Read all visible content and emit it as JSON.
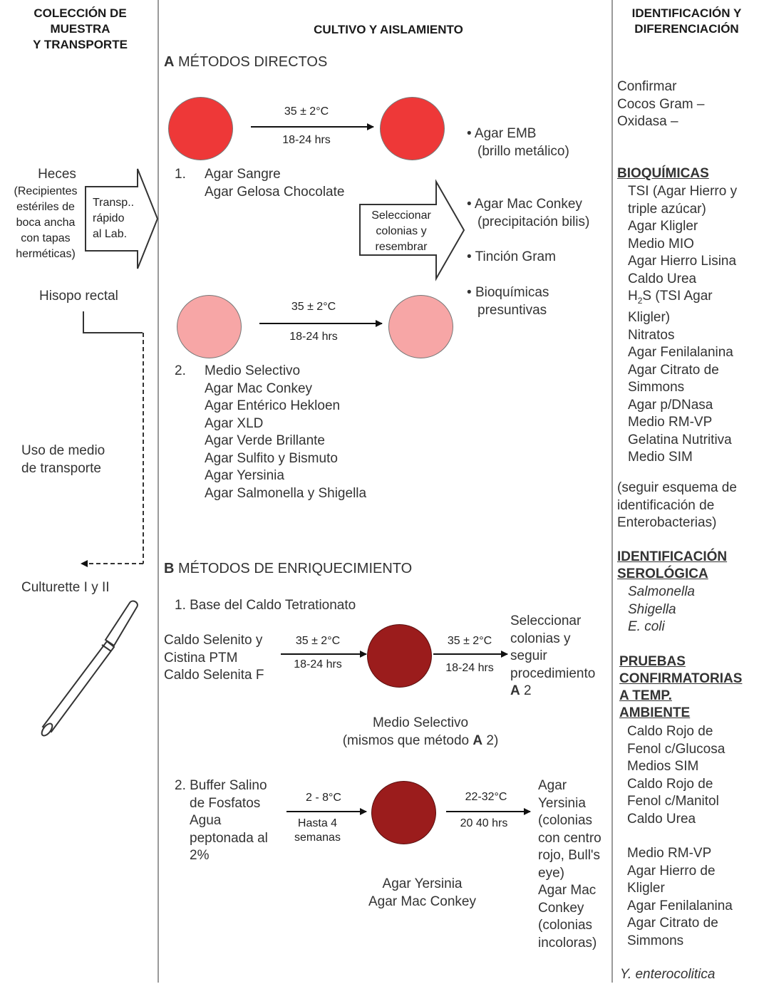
{
  "headers": {
    "col1": [
      "COLECCIÓN DE",
      "MUESTRA",
      "Y TRANSPORTE"
    ],
    "col2": "CULTIVO Y AISLAMIENTO",
    "col3": [
      "IDENTIFICACIÓN Y",
      "DIFERENCIACIÓN"
    ]
  },
  "left": {
    "heces_title": "Heces",
    "heces_detail": [
      "(Recipientes",
      "estériles de",
      "boca ancha",
      "con tapas",
      "herméticas)"
    ],
    "transport_arrow": [
      "Transp..",
      "rápido",
      "al Lab."
    ],
    "hisopo": "Hisopo rectal",
    "medio_transporte": [
      "Uso de medio",
      "de transporte"
    ],
    "culturette": "Culturette I y II"
  },
  "section_a": {
    "letter": "A",
    "title": "MÉTODOS DIRECTOS",
    "arrow1": {
      "top": "35 ± 2°C",
      "bottom": "18-24 hrs"
    },
    "item1_num": "1.",
    "item1_lines": [
      "Agar Sangre",
      "Agar Gelosa Chocolate"
    ],
    "select_arrow": [
      "Seleccionar",
      "colonias y",
      "resembrar"
    ],
    "bullets": [
      [
        "Agar EMB",
        "(brillo metálico)"
      ],
      [
        "Agar Mac Conkey",
        "(precipitación bilis)"
      ],
      [
        "Tinción Gram"
      ],
      [
        "Bioquímicas",
        "presuntivas"
      ]
    ],
    "arrow2": {
      "top": "35 ± 2°C",
      "bottom": "18-24 hrs"
    },
    "item2_num": "2.",
    "item2_lines": [
      "Medio Selectivo",
      "Agar Mac Conkey",
      "Agar Entérico Hekloen",
      "Agar XLD",
      "Agar Verde Brillante",
      "Agar Sulfito y Bismuto",
      "Agar Yersinia",
      "Agar Salmonella y Shigella"
    ]
  },
  "section_b": {
    "letter": "B",
    "title": "MÉTODOS DE ENRIQUECIMIENTO",
    "item1_title": "1. Base del Caldo Tetrationato",
    "item1_left": [
      "Caldo Selenito y",
      "Cistina PTM",
      "Caldo Selenita F"
    ],
    "item1_arrow1": {
      "top": "35 ± 2°C",
      "bottom": "18-24 hrs"
    },
    "item1_arrow2": {
      "top": "35 ± 2°C",
      "bottom": "18-24 hrs"
    },
    "item1_right": [
      "Seleccionar",
      "colonias y",
      "seguir",
      "procedimiento"
    ],
    "item1_right_ref": {
      "letter": "A",
      "num": " 2"
    },
    "item1_under": "Medio Selectivo",
    "item1_under2": {
      "pre": "(mismos que método ",
      "letter": "A",
      "post": " 2)"
    },
    "item2_left": [
      "2. Buffer Salino",
      "de Fosfatos",
      "Agua",
      "peptonada al",
      "2%"
    ],
    "item2_arrow1": {
      "top": "2 - 8°C",
      "bottom1": "Hasta 4",
      "bottom2": "semanas"
    },
    "item2_arrow2": {
      "top": "22-32°C",
      "bottom": "20 40 hrs"
    },
    "item2_right": [
      "Agar",
      "Yersinia",
      "(colonias",
      "con centro",
      "rojo, Bull's",
      "eye)",
      "Agar Mac",
      "Conkey",
      "(colonias",
      "incoloras)"
    ],
    "item2_under": [
      "Agar Yersinia",
      "Agar Mac Conkey"
    ]
  },
  "right": {
    "confirm": [
      "Confirmar",
      "Cocos Gram –",
      "Oxidasa –"
    ],
    "bioq_title": "BIOQUÍMICAS",
    "bioq_items": [
      "TSI (Agar Hierro y",
      "triple azúcar)",
      "Agar Kligler",
      "Medio MIO",
      "Agar Hierro Lisina",
      "Caldo Urea",
      "H",
      "2",
      "S (TSI Agar",
      "Kligler)",
      "Nitratos",
      "Agar Fenilalanina",
      "Agar Citrato de",
      "Simmons",
      "Agar p/DNasa",
      "Medio RM-VP",
      "Gelatina Nutritiva",
      "Medio SIM"
    ],
    "seguir": [
      "(seguir esquema de",
      "identificación de",
      "Enterobacterias)"
    ],
    "sero_title": [
      "IDENTIFICACIÓN",
      "SEROLÓGICA"
    ],
    "sero_items": [
      "Salmonella",
      "Shigella",
      "E. coli"
    ],
    "conf_title": [
      "PRUEBAS",
      "CONFIRMATORIAS",
      "A TEMP.",
      "AMBIENTE"
    ],
    "conf_items": [
      "Caldo Rojo de",
      "Fenol c/Glucosa",
      "Medios SIM",
      "Caldo Rojo de",
      "Fenol c/Manitol",
      "Caldo Urea"
    ],
    "conf_items2": [
      "Medio RM-VP",
      "Agar Hierro de",
      "Kligler",
      "Agar Fenilalanina",
      "Agar Citrato de",
      "Simmons"
    ],
    "yersinia": "Y. enterocolitica"
  }
}
